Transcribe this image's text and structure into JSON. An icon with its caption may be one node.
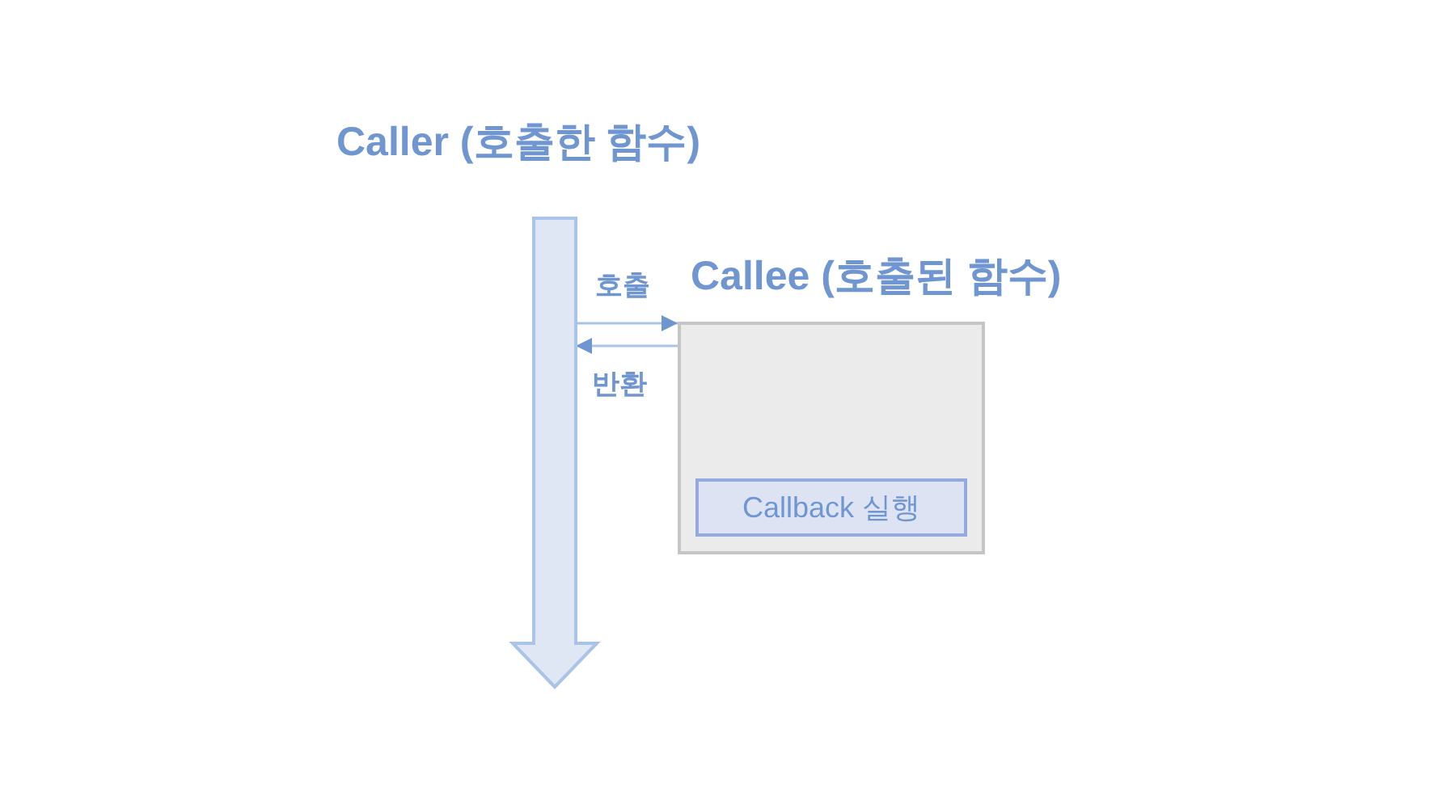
{
  "diagram": {
    "nodes": [
      {
        "text": [
          "Caller (호출한 함수)"
        ]
      },
      {
        "text": [
          "Callee (호출된 함수)"
        ]
      },
      {
        "text": [
          "Callback 실행"
        ],
        "in": 1
      }
    ],
    "edges": [
      {
        "from": 0,
        "to": 1,
        "arrow": "to",
        "label": "호출"
      },
      {
        "from": 1,
        "to": 0,
        "arrow": "to",
        "label": "반환"
      }
    ]
  }
}
